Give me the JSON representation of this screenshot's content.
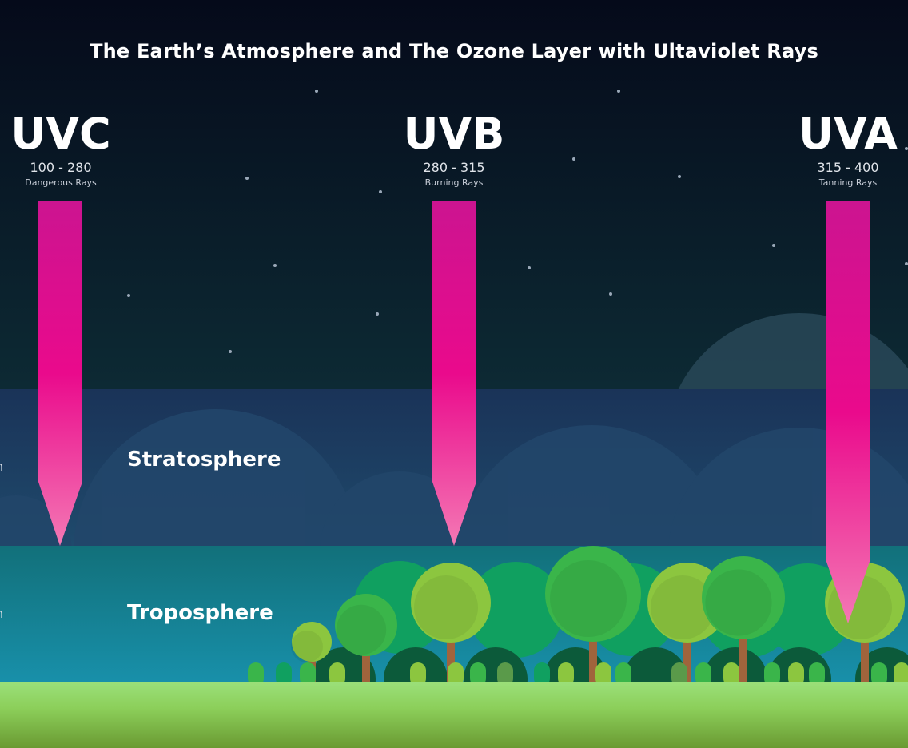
{
  "title": "The Earth’s Atmosphere and The Ozone Layer with Ultaviolet Rays",
  "rays": [
    {
      "name": "UVC",
      "range": "100 - 280",
      "desc": "Dangerous Rays"
    },
    {
      "name": "UVB",
      "range": "280 - 315",
      "desc": "Burning Rays"
    },
    {
      "name": "UVA",
      "range": "315 - 400",
      "desc": "Tanning Rays"
    }
  ],
  "layers": {
    "stratosphere": "Stratosphere",
    "troposphere": "Troposphere"
  },
  "edge_fragments": [
    "n",
    "n"
  ],
  "colors": {
    "sky_top": "#050a1a",
    "stratosphere": "#1d3d62",
    "troposphere": "#147a88",
    "ray": "#e8088c",
    "grass": "#8fd86a"
  }
}
